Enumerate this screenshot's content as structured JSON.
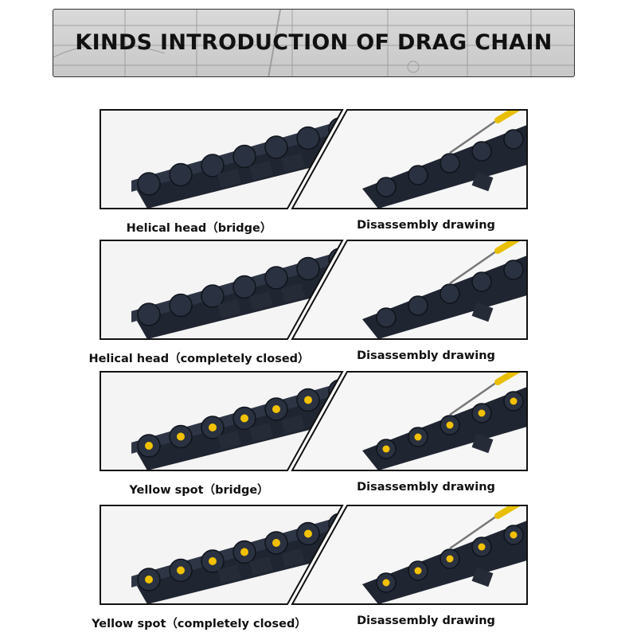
{
  "header": {
    "title": "KINDS INTRODUCTION OF DRAG CHAIN"
  },
  "rows": [
    {
      "left_caption": "Helical head（bridge）",
      "right_caption": "Disassembly drawing",
      "spots": false
    },
    {
      "left_caption": "Helical head（completely closed）",
      "right_caption": "Disassembly drawing",
      "spots": false
    },
    {
      "left_caption": "Yellow spot（bridge）",
      "right_caption": "Disassembly drawing",
      "spots": true
    },
    {
      "left_caption": "Yellow spot（completely closed）",
      "right_caption": "Disassembly drawing",
      "spots": true
    }
  ],
  "colors": {
    "chain": "#1f2531",
    "spot": "#f2c200",
    "screwdriver_handle": "#e8c000"
  }
}
